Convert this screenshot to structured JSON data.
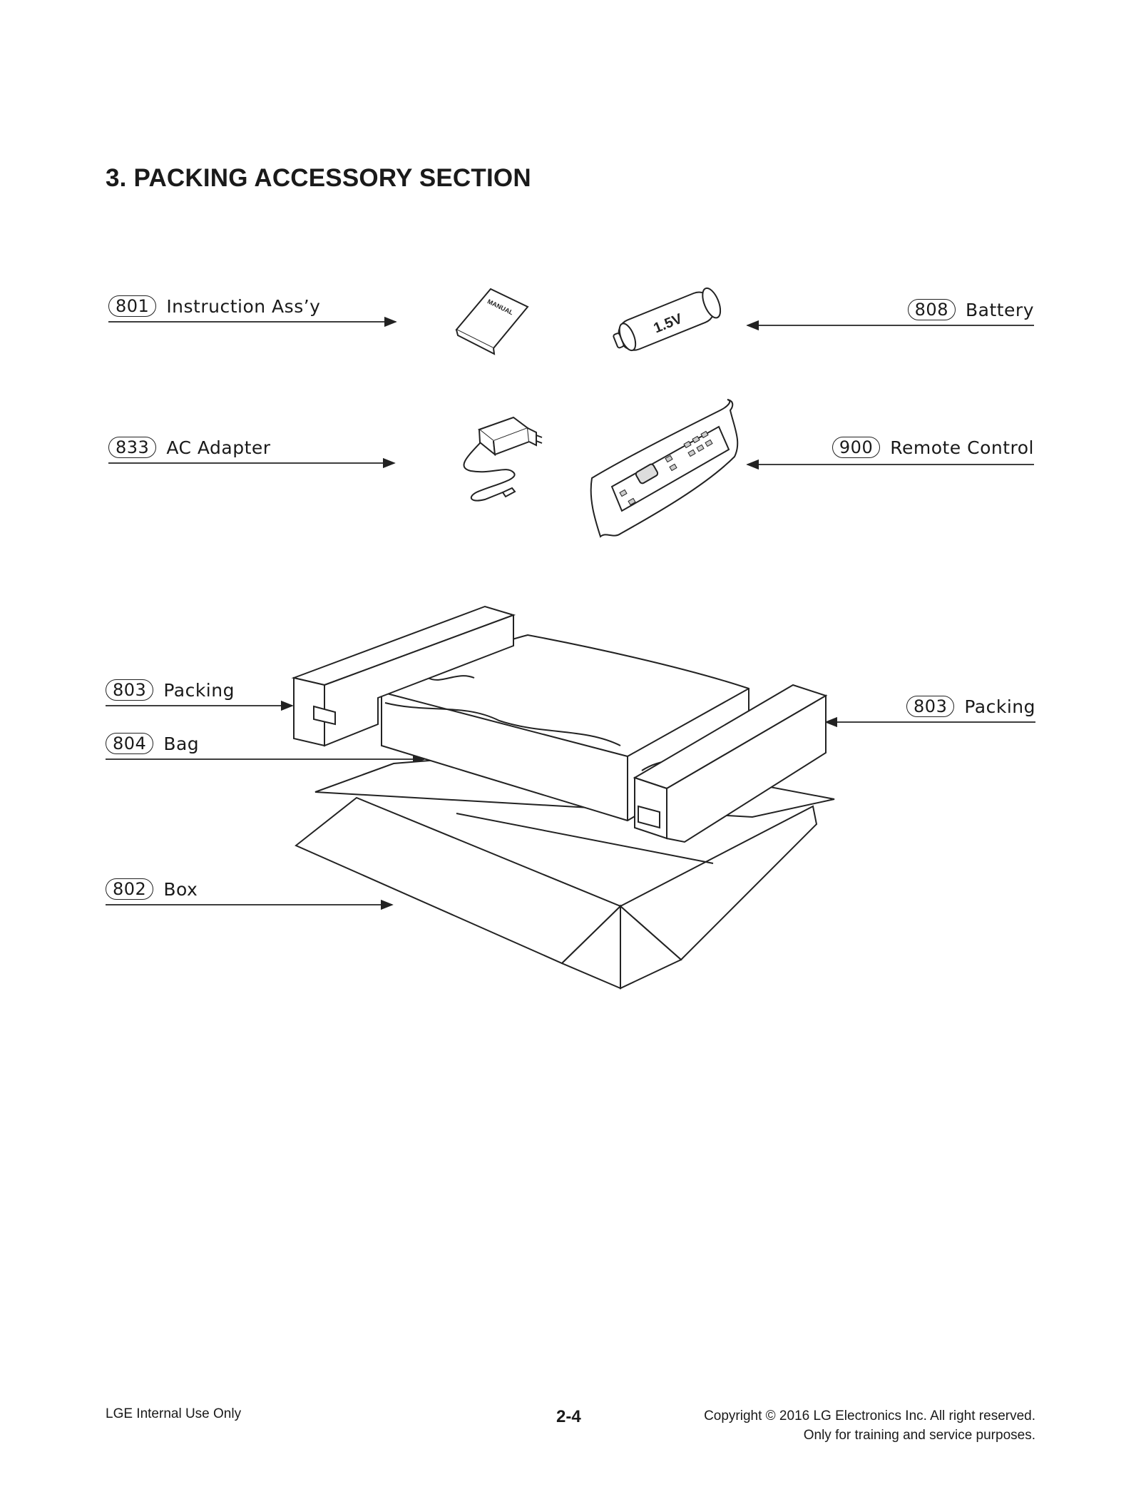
{
  "section_title": "3. PACKING ACCESSORY SECTION",
  "callouts": [
    {
      "num": "801",
      "label": "Instruction Ass’y"
    },
    {
      "num": "808",
      "label": "Battery"
    },
    {
      "num": "833",
      "label": "AC Adapter"
    },
    {
      "num": "900",
      "label": "Remote Control"
    },
    {
      "num": "803",
      "label": "Packing"
    },
    {
      "num": "804",
      "label": "Bag"
    },
    {
      "num": "803",
      "label": "Packing"
    },
    {
      "num": "802",
      "label": "Box"
    }
  ],
  "drawing_text": {
    "manual_cover": "MANUAL",
    "battery_voltage": "1.5V"
  },
  "footer": {
    "left": "LGE Internal Use Only",
    "page": "2-4",
    "copyright": "Copyright © 2016 LG Electronics Inc. All right reserved.",
    "purpose": "Only for training and service purposes."
  }
}
